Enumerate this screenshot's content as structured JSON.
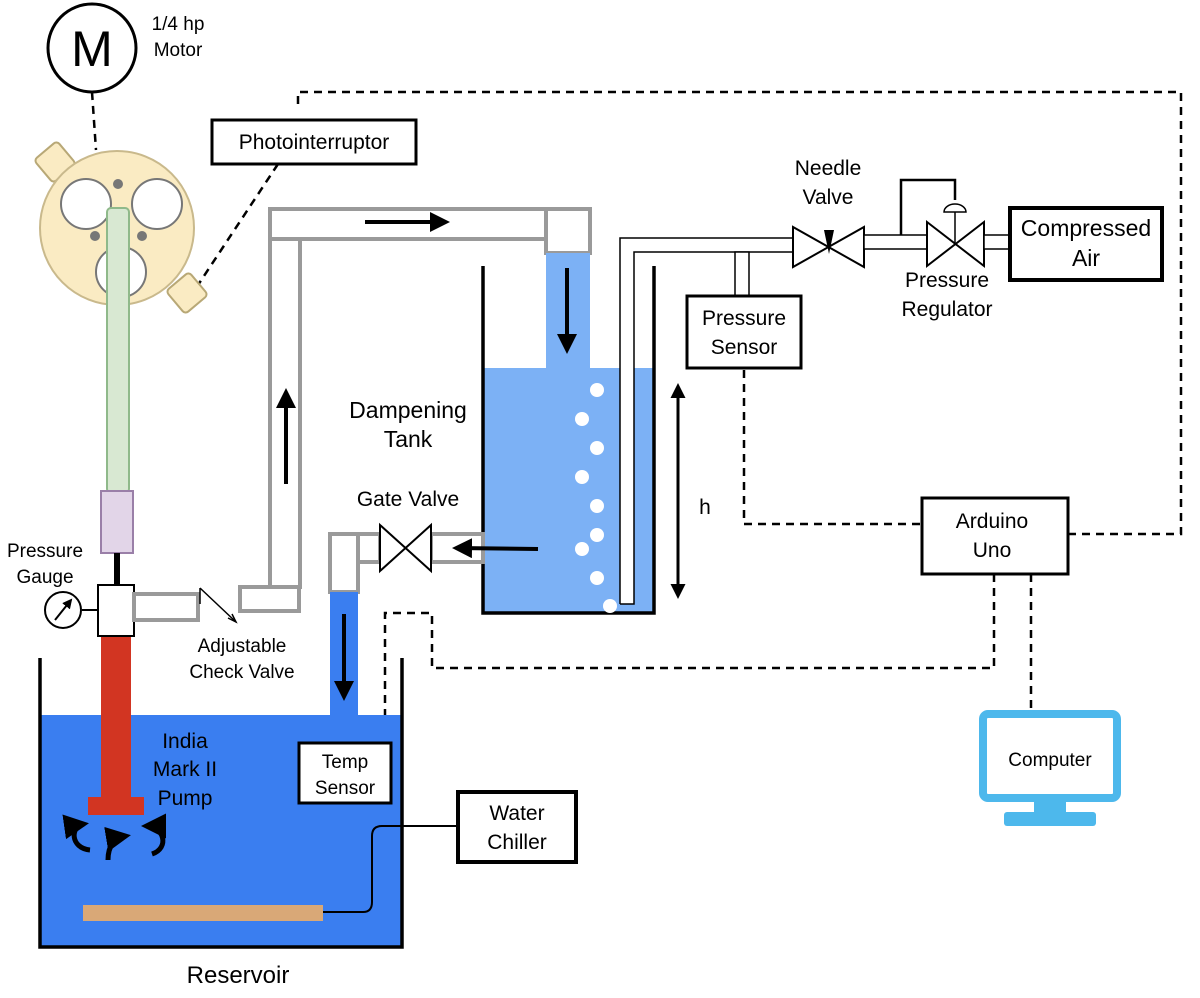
{
  "labels": {
    "motor_symbol": "M",
    "motor_line1": "1/4 hp",
    "motor_line2": "Motor",
    "photointerruptor": "Photointerruptor",
    "needle_valve_line1": "Needle",
    "needle_valve_line2": "Valve",
    "compressed_air_line1": "Compressed",
    "compressed_air_line2": "Air",
    "pressure_regulator_line1": "Pressure",
    "pressure_regulator_line2": "Regulator",
    "pressure_sensor_line1": "Pressure",
    "pressure_sensor_line2": "Sensor",
    "dampening_tank_line1": "Dampening",
    "dampening_tank_line2": "Tank",
    "gate_valve": "Gate Valve",
    "height": "h",
    "arduino_line1": "Arduino",
    "arduino_line2": "Uno",
    "pressure_gauge_line1": "Pressure",
    "pressure_gauge_line2": "Gauge",
    "check_valve_line1": "Adjustable",
    "check_valve_line2": "Check Valve",
    "pump_line1": "India",
    "pump_line2": "Mark II",
    "pump_line3": "Pump",
    "temp_sensor_line1": "Temp",
    "temp_sensor_line2": "Sensor",
    "water_chiller_line1": "Water",
    "water_chiller_line2": "Chiller",
    "computer": "Computer",
    "reservoir": "Reservoir"
  },
  "colors": {
    "reservoir_water": "#3a7ef0",
    "tank_water": "#7cb1f5",
    "pump": "#d23522",
    "flywheel": "#faebc3",
    "rod": "#d8e8d2",
    "coupler": "#e2d5e8",
    "chiller_coil": "#d9a877",
    "computer": "#4db8ec",
    "pipe": "#9a9a9a"
  }
}
